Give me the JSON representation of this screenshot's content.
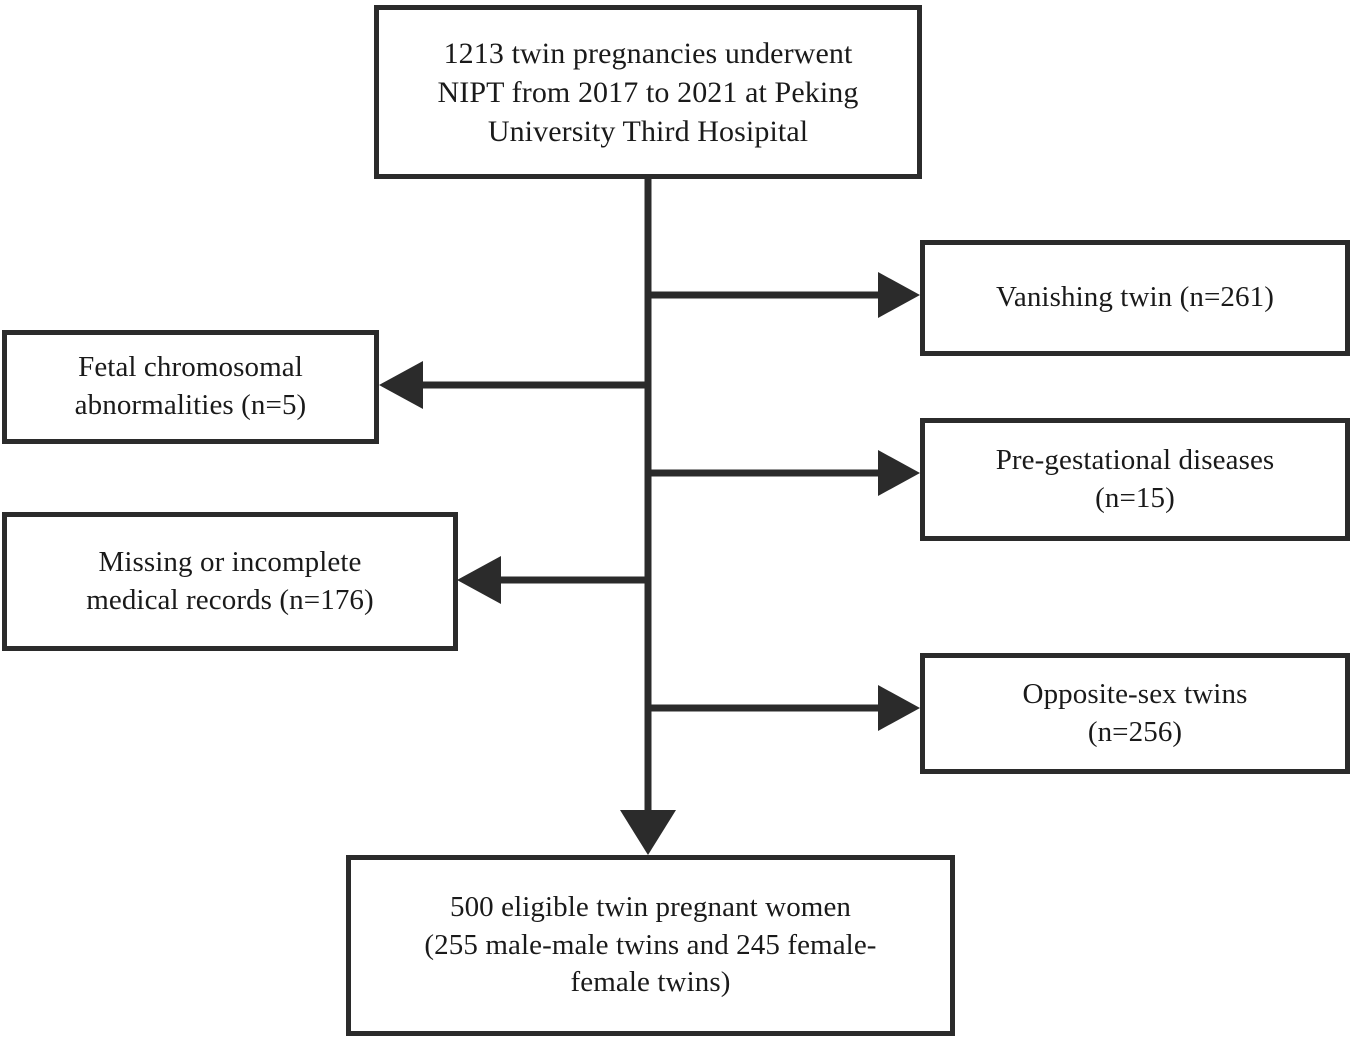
{
  "diagram": {
    "type": "flowchart",
    "title": "Study participant selection flow",
    "orientation": "top-to-bottom with lateral exclusion branches",
    "stroke_color": "#2b2b2b",
    "background_color": "#ffffff",
    "text_color": "#1a1a1a"
  },
  "nodes": {
    "source": {
      "id": "source",
      "role": "enrollment",
      "text": "1213 twin pregnancies underwent\nNIPT from 2017 to 2021 at Peking\nUniversity Third Hosipital",
      "count": 1213
    },
    "exclusion_vanishing": {
      "id": "exclusion-vanishing-twin",
      "role": "exclusion",
      "side": "right",
      "text": "Vanishing twin (n=261)",
      "count": 261
    },
    "exclusion_chromosomal": {
      "id": "exclusion-fetal-chromosomal-abnormalities",
      "role": "exclusion",
      "side": "left",
      "text": "Fetal chromosomal\nabnormalities (n=5)",
      "count": 5
    },
    "exclusion_pregestational": {
      "id": "exclusion-pre-gestational-diseases",
      "role": "exclusion",
      "side": "right",
      "text": "Pre-gestational diseases\n(n=15)",
      "count": 15
    },
    "exclusion_records": {
      "id": "exclusion-missing-incomplete-records",
      "role": "exclusion",
      "side": "left",
      "text": "Missing or incomplete\nmedical records (n=176)",
      "count": 176
    },
    "exclusion_opposite": {
      "id": "exclusion-opposite-sex-twins",
      "role": "exclusion",
      "side": "right",
      "text": "Opposite-sex twins\n(n=256)",
      "count": 256
    },
    "final": {
      "id": "final-cohort",
      "role": "outcome",
      "text": "500 eligible twin pregnant women\n(255 male-male twins and 245 female-\nfemale twins)",
      "count": 500,
      "male_male_twins": 255,
      "female_female_twins": 245
    }
  },
  "edges": [
    {
      "id": "edge-source-to-vanishing",
      "from": "source",
      "to": "exclusion_vanishing",
      "direction": "right",
      "arrowhead": "right"
    },
    {
      "id": "edge-source-to-chromosomal",
      "from": "source",
      "to": "exclusion_chromosomal",
      "direction": "left",
      "arrowhead": "left"
    },
    {
      "id": "edge-source-to-pregestational",
      "from": "source",
      "to": "exclusion_pregestational",
      "direction": "right",
      "arrowhead": "right"
    },
    {
      "id": "edge-source-to-records",
      "from": "source",
      "to": "exclusion_records",
      "direction": "left",
      "arrowhead": "left"
    },
    {
      "id": "edge-source-to-opposite",
      "from": "source",
      "to": "exclusion_opposite",
      "direction": "right",
      "arrowhead": "right"
    },
    {
      "id": "edge-source-to-final",
      "from": "source",
      "to": "final",
      "direction": "down",
      "arrowhead": "down"
    }
  ]
}
